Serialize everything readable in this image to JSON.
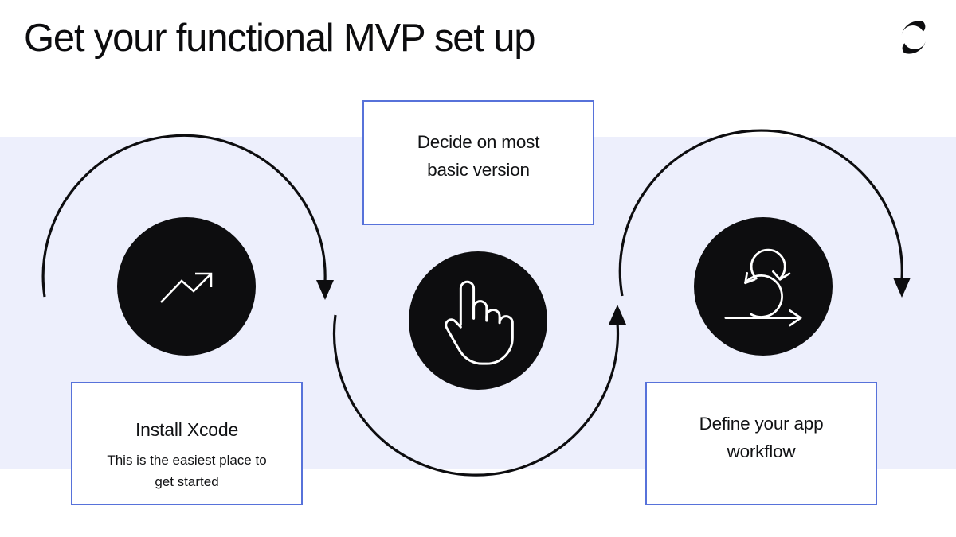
{
  "slide": {
    "title": "Get your functional MVP set up",
    "brand": "swoosh-mark-logo"
  },
  "colors": {
    "background": "#ffffff",
    "band": "#edeffc",
    "ink": "#0d0d0f",
    "card_border": "#5772da",
    "icon_stroke": "#ffffff"
  },
  "flow": {
    "steps": [
      {
        "icon": "trending-up-icon",
        "card": {
          "title": "Install Xcode",
          "subtitle": "This is the easiest place to get started",
          "position": "below-circle"
        }
      },
      {
        "icon": "pointer-hand-icon",
        "card": {
          "title": "Decide on most basic version",
          "subtitle": "",
          "position": "above-circle"
        }
      },
      {
        "icon": "agile-sprint-icon",
        "card": {
          "title": "Define your app workflow",
          "subtitle": "",
          "position": "below-circle"
        }
      }
    ],
    "connectors": [
      {
        "from": "step-1",
        "to": "step-2",
        "shape": "arc-over-top",
        "arrow_direction": "down"
      },
      {
        "from": "step-2",
        "to": "step-3",
        "shape": "arc-under-bottom",
        "arrow_direction": "up"
      },
      {
        "from": "step-3",
        "to": "offstage",
        "shape": "arc-over-top",
        "arrow_direction": "down"
      }
    ]
  }
}
